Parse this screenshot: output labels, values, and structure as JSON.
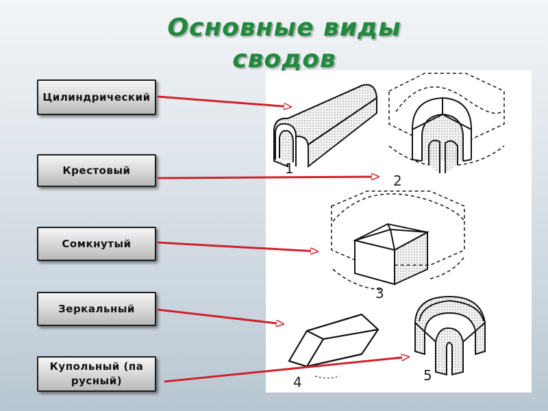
{
  "slide": {
    "title": "Основные виды сводов",
    "labels": [
      "Цилиндрический",
      "Крестовый",
      "Сомкнутый",
      "Зеркальный",
      "Купольный (парусный)"
    ],
    "figure_numbers": [
      "1",
      "2",
      "3",
      "4",
      "5"
    ],
    "colors": {
      "title": "#1f8a3c",
      "arrow": "#d01f2b",
      "label_border": "#1b1b1b"
    }
  }
}
